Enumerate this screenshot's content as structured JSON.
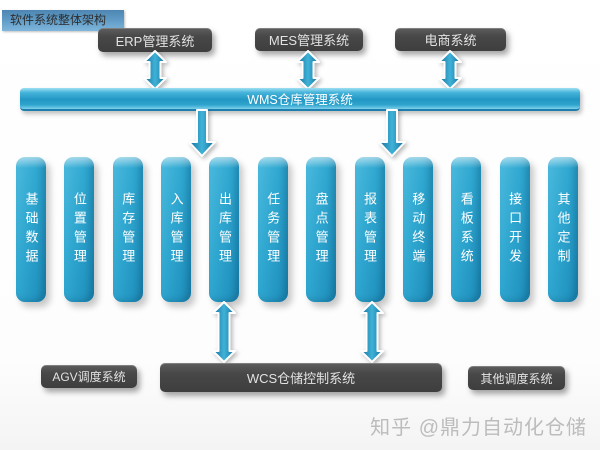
{
  "diagram": {
    "header_label": "软件系统整体架构",
    "top_systems": [
      {
        "label": "ERP管理系统"
      },
      {
        "label": "MES管理系统"
      },
      {
        "label": "电商系统"
      }
    ],
    "wms_bus": {
      "label": "WMS仓库管理系统"
    },
    "modules": [
      {
        "label": "基础数据"
      },
      {
        "label": "位置管理"
      },
      {
        "label": "库存管理"
      },
      {
        "label": "入库管理"
      },
      {
        "label": "出库管理"
      },
      {
        "label": "任务管理"
      },
      {
        "label": "盘点管理"
      },
      {
        "label": "报表管理"
      },
      {
        "label": "移动终端"
      },
      {
        "label": "看板系统"
      },
      {
        "label": "接口开发"
      },
      {
        "label": "其他定制"
      }
    ],
    "bottom_systems": [
      {
        "label": "AGV调度系统"
      },
      {
        "label": "WCS仓储控制系统"
      },
      {
        "label": "其他调度系统"
      }
    ],
    "colors": {
      "pillar_cyan": "#2ba3cc",
      "bus_cyan": "#2a9fca",
      "box_dark": "#434343",
      "header_blue": "#5b9bc5",
      "arrow_blue": "#1e7ba8",
      "watermark_gray": "#bcbcbc"
    }
  },
  "watermark": {
    "label": "知乎 @鼎力自动化仓储"
  }
}
